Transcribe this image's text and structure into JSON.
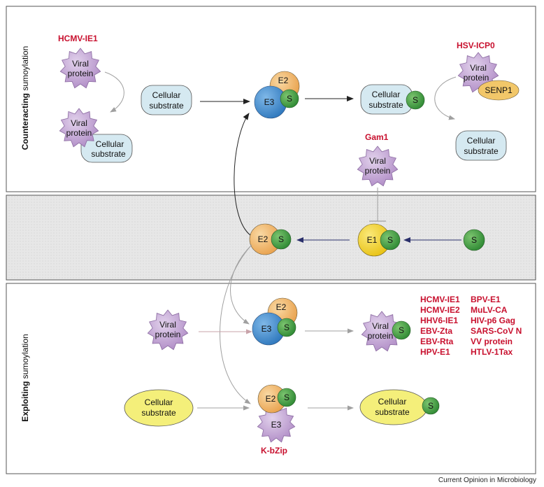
{
  "panels": {
    "top_side_bold": "Counteracting",
    "top_side_rest": " sumoylation",
    "bottom_side_bold": "Exploiting",
    "bottom_side_rest": " sumoylation"
  },
  "labels": {
    "hcmv_ie1": "HCMV-IE1",
    "hsv_icp0": "HSV-ICP0",
    "gam1": "Gam1",
    "kbzip": "K-bZip",
    "viral": "Viral",
    "protein": "protein",
    "cellular": "Cellular",
    "substrate": "substrate",
    "e1": "E1",
    "e2": "E2",
    "e3": "E3",
    "s": "S",
    "senp1": "SENP1"
  },
  "virus_list_col1": [
    "HCMV-IE1",
    "HCMV-IE2",
    "HHV6-IE1",
    "EBV-Zta",
    "EBV-Rta",
    "HPV-E1"
  ],
  "virus_list_col2": [
    "BPV-E1",
    "MuLV-CA",
    "HIV-p6 Gag",
    "SARS-CoV N",
    "VV protein",
    "HTLV-1Tax"
  ],
  "credit": "Current Opinion in Microbiology",
  "colors": {
    "viral_purple": "#c3a6d4",
    "cellular_blue": "#d5e9f1",
    "cellular_yellow": "#f4ef7a",
    "e2_orange": "#f0b765",
    "e3_blue": "#3f8ccf",
    "s_green": "#48a047",
    "e1_yellow": "#f2d21e",
    "red_text": "#c8102e",
    "middle_band": "#e6e6e6"
  }
}
